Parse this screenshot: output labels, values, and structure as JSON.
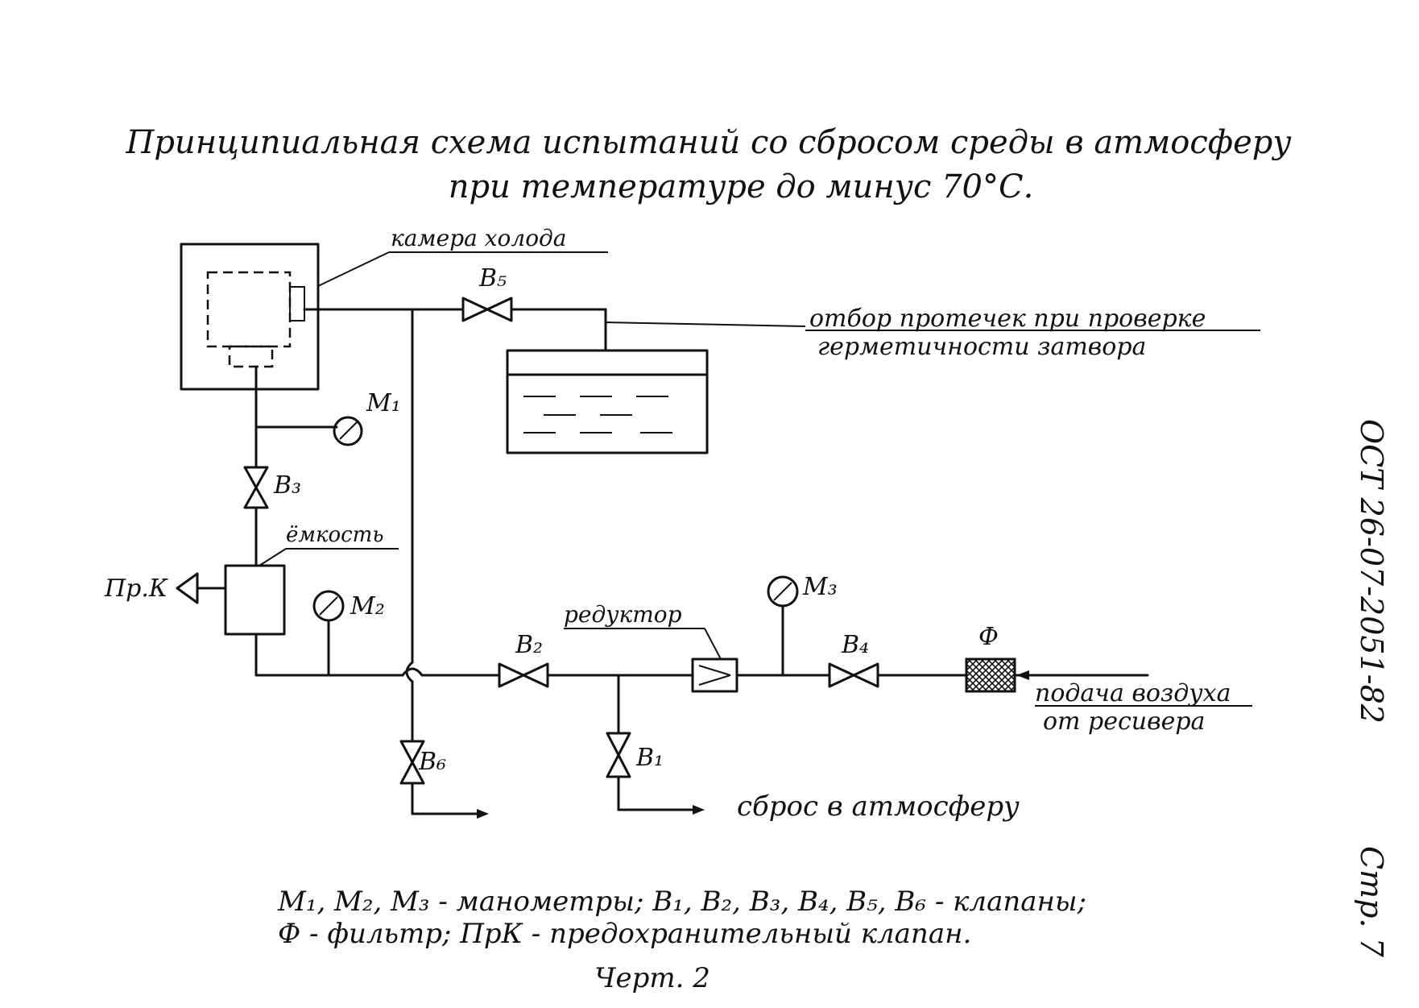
{
  "title_line1": "Принципиальная схема испытаний со сбросом среды в атмосферу",
  "title_line2": "при температуре до минус 70°С.",
  "labels": {
    "cold_chamber": "камера холода",
    "leak_line1": "отбор протечек при проверке",
    "leak_line2": "герметичности затвора",
    "tank": "ёмкость",
    "safety_valve": "Пр.К",
    "reducer": "редуктор",
    "filter": "Ф",
    "air_line1": "подача воздуха",
    "air_line2": "от ресивера",
    "vent": "сброс в атмосферу"
  },
  "valves": {
    "b1": "В₁",
    "b2": "В₂",
    "b3": "В₃",
    "b4": "В₄",
    "b5": "В₅",
    "b6": "В₆"
  },
  "gauges": {
    "m1": "М₁",
    "m2": "М₂",
    "m3": "М₃"
  },
  "legend_line1": "М₁, М₂, М₃ - манометры; В₁, В₂, В₃, В₄, В₅, В₆ - клапаны;",
  "legend_line2": "Ф - фильтр; ПрК - предохранительный клапан.",
  "figure_label": "Черт. 2",
  "doc_number": "ОСТ 26-07-2051-82",
  "page_label": "Стр. 7"
}
